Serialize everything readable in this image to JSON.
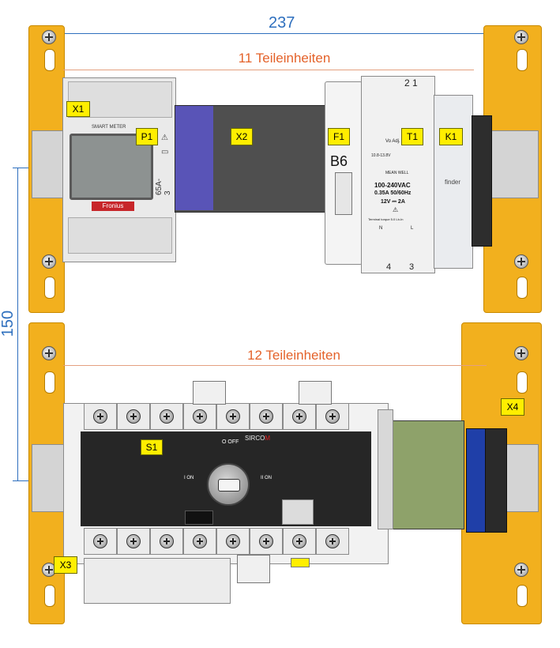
{
  "dimensions": {
    "width_label": "237",
    "height_label": "150"
  },
  "spacing_labels": {
    "top_row": "11 Teileinheiten",
    "bottom_row": "12 Teileinheiten"
  },
  "component_tags": {
    "x1": "X1",
    "p1": "P1",
    "x2": "X2",
    "f1": "F1",
    "t1": "T1",
    "k1": "K1",
    "s1": "S1",
    "x3": "X3",
    "x4": "X4"
  },
  "smart_meter": {
    "title": "SMART METER",
    "brand": "Fronius",
    "model": "65A-3"
  },
  "breaker": {
    "rating": "B6"
  },
  "power_supply": {
    "brand": "MEAN WELL",
    "terminals_top": "2 1",
    "input": "100-240VAC",
    "current": "0.35A  50/60Hz",
    "output": "12V ⎓ 2A",
    "torque": "Terminal torque 5.0 Lb-In",
    "adj": "Vo Adj.",
    "range": "10.8-13.8V",
    "terminal_4": "4",
    "terminal_3": "3",
    "n_label": "N",
    "l_label": "L"
  },
  "relay": {
    "brand": "finder"
  },
  "switch": {
    "brand": "SIRCO",
    "brand_suffix": "M",
    "off_label": "O OFF",
    "on1_label": "I ON",
    "on2_label": "II ON"
  },
  "colors": {
    "rail": "#f2b01e",
    "dimension": "#2e6fbe",
    "teileinheiten": "#e4622a",
    "tag": "#ffee00"
  }
}
